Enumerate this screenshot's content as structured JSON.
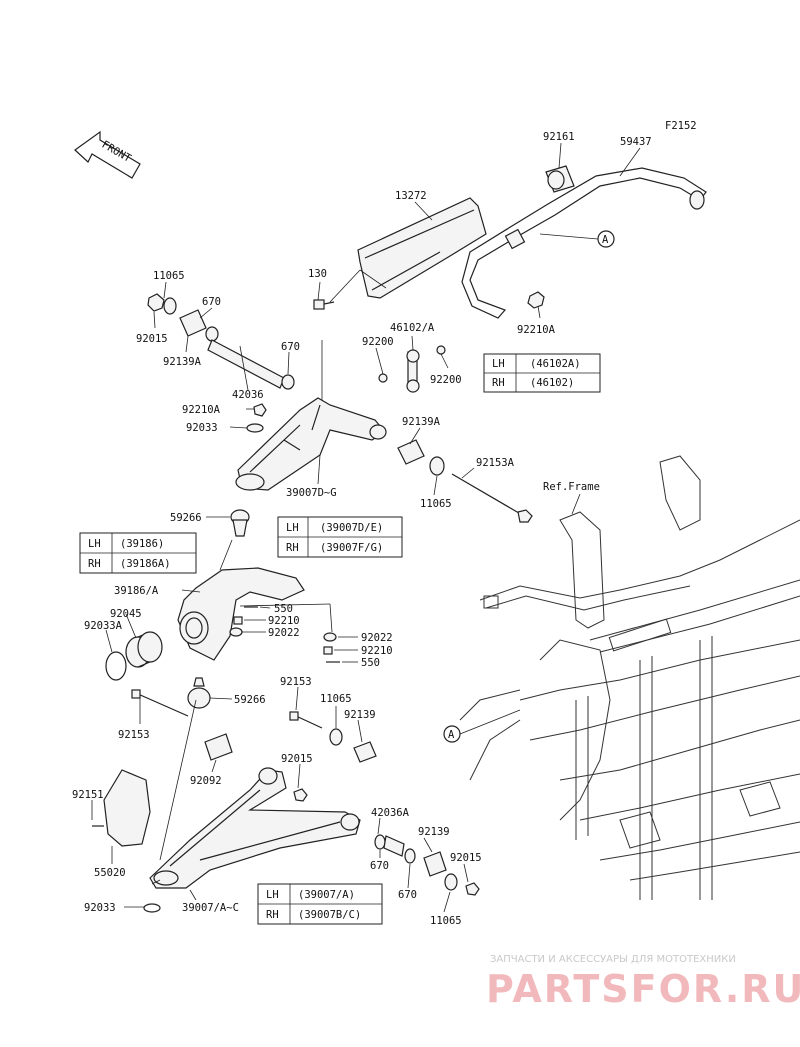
{
  "figure_code": "F2152",
  "front_label": "FRONT",
  "ref_frame": "Ref.Frame",
  "labels": {
    "p92161": "92161",
    "p59437": "59437",
    "p13272": "13272",
    "p130": "130",
    "p92210A_top": "92210A",
    "p11065_a": "11065",
    "p670_a": "670",
    "p92015_a": "92015",
    "p92139A_a": "92139A",
    "p670_b": "670",
    "p42036": "42036",
    "p46102A": "46102/A",
    "p92200_a": "92200",
    "p92200_b": "92200",
    "p92210A_mid": "92210A",
    "p92033": "92033",
    "p92139A_b": "92139A",
    "p92153A": "92153A",
    "p11065_b": "11065",
    "p39007DG": "39007D~G",
    "p59266_a": "59266",
    "p39186A": "39186/A",
    "p92045": "92045",
    "p92033A": "92033A",
    "p550_a": "550",
    "p92210_a": "92210",
    "p92022_a": "92022",
    "p92022_b": "92022",
    "p92210_b": "92210",
    "p550_b": "550",
    "p92153_a": "92153",
    "p59266_b": "59266",
    "p11065_c": "11065",
    "p92139_a": "92139",
    "p92153_b": "92153",
    "p92092": "92092",
    "p92015_b": "92015",
    "p92151": "92151",
    "p42036A": "42036A",
    "p92139_b": "92139",
    "p92015_c": "92015",
    "p670_c": "670",
    "p670_d": "670",
    "p55020": "55020",
    "p92033_b": "92033",
    "p39007AC": "39007/A~C",
    "p11065_d": "11065",
    "ref_a1": "A",
    "ref_a2": "A"
  },
  "tables": {
    "stabilizer_link": [
      {
        "side": "LH",
        "part": "(46102A)"
      },
      {
        "side": "RH",
        "part": "(46102)"
      }
    ],
    "upper_arm": [
      {
        "side": "LH",
        "part": "(39007D/E)"
      },
      {
        "side": "RH",
        "part": "(39007F/G)"
      }
    ],
    "knuckle": [
      {
        "side": "LH",
        "part": "(39186)"
      },
      {
        "side": "RH",
        "part": "(39186A)"
      }
    ],
    "lower_arm": [
      {
        "side": "LH",
        "part": "(39007/A)"
      },
      {
        "side": "RH",
        "part": "(39007B/C)"
      }
    ]
  },
  "watermark": {
    "line1": "ЗАПЧАСТИ И АКСЕССУАРЫ ДЛЯ МОТОТЕХНИКИ",
    "line2": "PARTSFOR.RU"
  }
}
